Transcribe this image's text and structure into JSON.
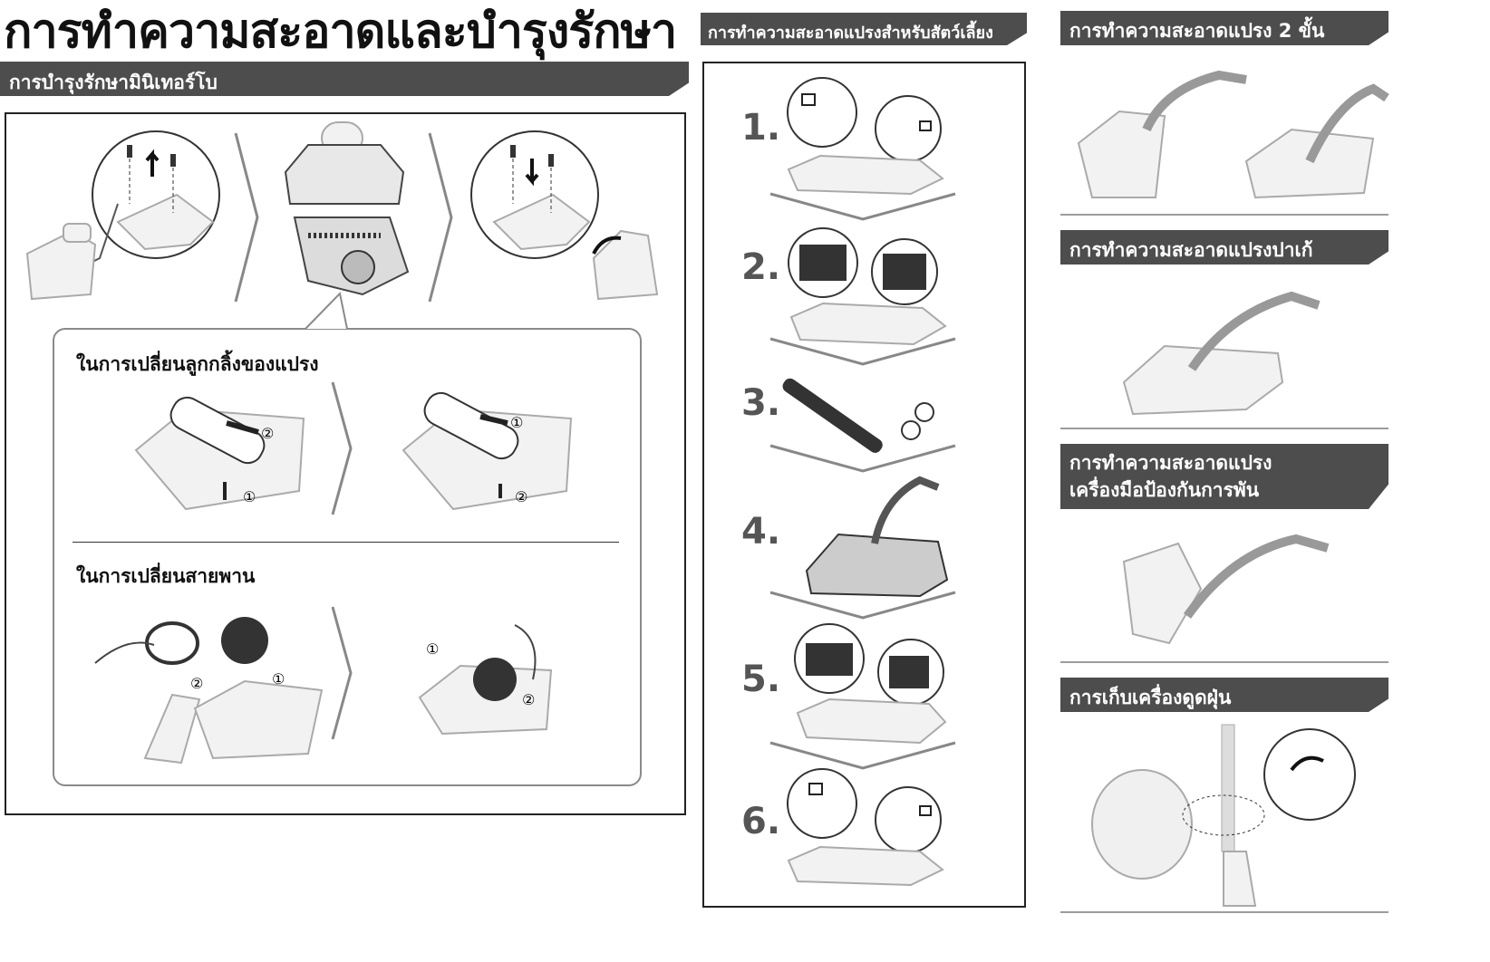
{
  "page": {
    "title": "การทำความสะอาดและบำรุงรักษา"
  },
  "turbo": {
    "heading": "การบำรุงรักษามินิเทอร์โบ",
    "roller_heading": "ในการเปลี่ยนลูกกลิ้งของแปรง",
    "belt_heading": "ในการเปลี่ยนสายพาน",
    "callouts": [
      "①",
      "②"
    ]
  },
  "pet_brush": {
    "heading": "การทำความสะอาดแปรงสำหรับสัตว์เลี้ยง",
    "steps": [
      "1.",
      "2.",
      "3.",
      "4.",
      "5.",
      "6."
    ]
  },
  "right_column": {
    "two_step_heading": "การทำความสะอาดแปรง 2 ขั้น",
    "parquet_heading": "การทำความสะอาดแปรงปาเก้",
    "anti_tangle_heading_line1": "การทำความสะอาดแปรง",
    "anti_tangle_heading_line2": "เครื่องมือป้องกันการพัน",
    "storage_heading": "การเก็บเครื่องดูดฝุ่น"
  },
  "colors": {
    "header_bar": "#4d4d4d",
    "illustration_stroke": "#555555",
    "divider": "#9c9c9c"
  },
  "icons": [
    "screw-icon",
    "arrow-up-icon",
    "arrow-down-icon",
    "lock-icon",
    "unlock-icon",
    "scissors-icon",
    "chevron-right-icon"
  ]
}
